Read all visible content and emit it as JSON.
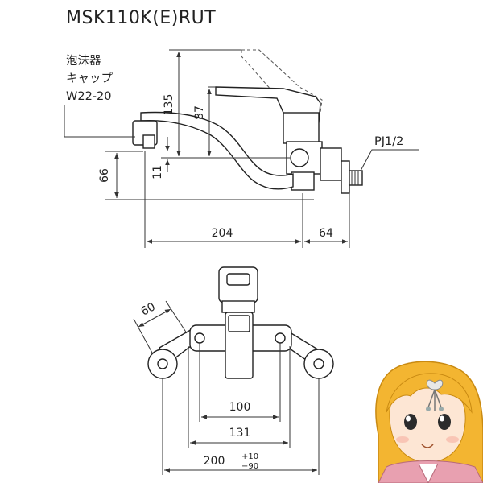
{
  "title": "MSK110K(E)RUT",
  "callout_left": {
    "line1": "泡沫器",
    "line2": "キャップ",
    "line3": "W22-20"
  },
  "callout_right": "PJ1/2",
  "side_view_dims": {
    "d135": "135",
    "d87": "87",
    "d66": "66",
    "d11": "11",
    "d204": "204",
    "d64": "64"
  },
  "top_view_dims": {
    "d60": "60",
    "d100": "100",
    "d131": "131",
    "d200": "200",
    "tol_plus": "+10",
    "tol_minus": "−90"
  }
}
